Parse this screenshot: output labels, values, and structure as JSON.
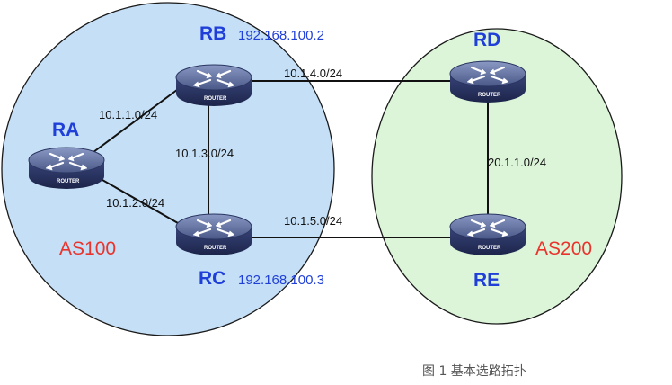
{
  "diagram": {
    "caption": "图 1 基本选路拓扑",
    "autonomous_systems": [
      {
        "id": "as100",
        "label": "AS100",
        "fill": "#c5dff6"
      },
      {
        "id": "as200",
        "label": "AS200",
        "fill": "#dcf5d9"
      }
    ],
    "routers": [
      {
        "id": "ra",
        "name": "RA",
        "ip": "",
        "badge": "ROUTER"
      },
      {
        "id": "rb",
        "name": "RB",
        "ip": "192.168.100.2",
        "badge": "ROUTER"
      },
      {
        "id": "rc",
        "name": "RC",
        "ip": "192.168.100.3",
        "badge": "ROUTER"
      },
      {
        "id": "rd",
        "name": "RD",
        "ip": "",
        "badge": "ROUTER"
      },
      {
        "id": "re",
        "name": "RE",
        "ip": "",
        "badge": "ROUTER"
      }
    ],
    "links": [
      {
        "id": "ra-rb",
        "from": "RA",
        "to": "RB",
        "subnet": "10.1.1.0/24"
      },
      {
        "id": "ra-rc",
        "from": "RA",
        "to": "RC",
        "subnet": "10.1.2.0/24"
      },
      {
        "id": "rb-rc",
        "from": "RB",
        "to": "RC",
        "subnet": "10.1.3.0/24"
      },
      {
        "id": "rb-rd",
        "from": "RB",
        "to": "RD",
        "subnet": "10.1.4.0/24"
      },
      {
        "id": "rc-re",
        "from": "RC",
        "to": "RE",
        "subnet": "10.1.5.0/24"
      },
      {
        "id": "rd-re",
        "from": "RD",
        "to": "RE",
        "subnet": "20.1.1.0/24"
      }
    ],
    "colors": {
      "router_top": "#5a6a9a",
      "router_side": "#2a3560",
      "router_label": "#1f3fd8",
      "as_label": "#e8342c"
    }
  }
}
